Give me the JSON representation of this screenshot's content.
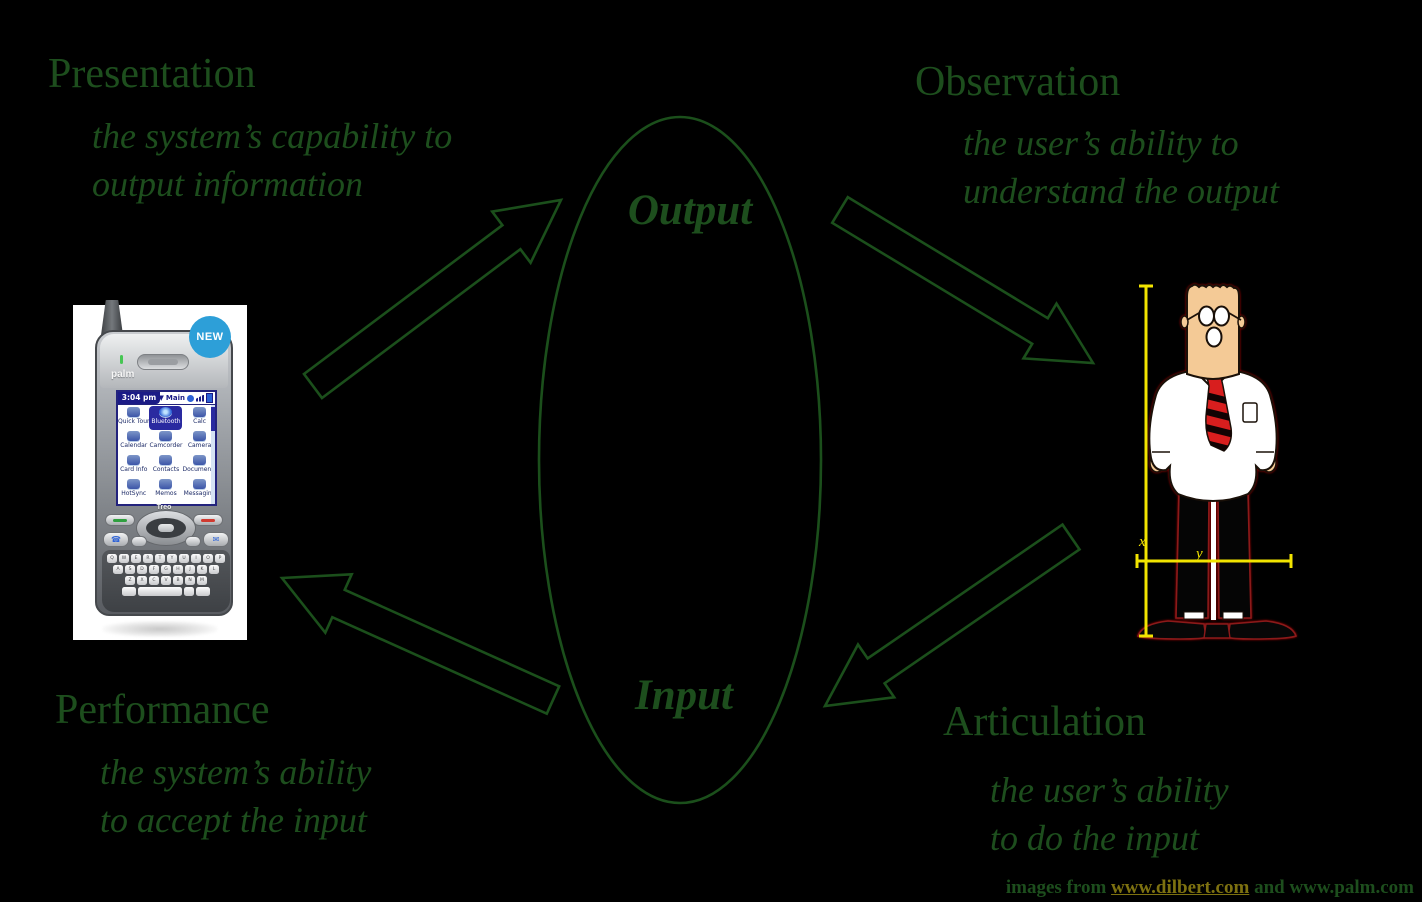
{
  "quadrants": {
    "presentation": {
      "title": "Presentation",
      "desc_line1": "the system’s capability to",
      "desc_line2": "output information"
    },
    "observation": {
      "title": "Observation",
      "desc_line1": "the user’s ability to",
      "desc_line2": "understand the output"
    },
    "performance": {
      "title": "Performance",
      "desc_line1": "the system’s ability",
      "desc_line2": "to accept the input"
    },
    "articulation": {
      "title": "Articulation",
      "desc_line1": "the user’s ability",
      "desc_line2": "to do the input"
    }
  },
  "ellipse_labels": {
    "output": "Output",
    "input": "Input"
  },
  "credit": {
    "prefix": "images from ",
    "link": "www.dilbert.com",
    "suffix": " and www.palm.com"
  },
  "phone": {
    "badge_label": "NEW",
    "brand": "palm",
    "model_label": "Treo",
    "screen": {
      "time": "3:04 pm",
      "menu_label": "Main",
      "selected_app": "Bluetooth",
      "apps": [
        "Quick Tour",
        "Bluetooth",
        "Calc",
        "Calendar",
        "Camcorder",
        "Camera",
        "Card Info",
        "Contacts",
        "Documents",
        "HotSync",
        "Memos",
        "Messaging"
      ]
    },
    "keyboard_rows": [
      "QWERTYUIOP",
      "ASDFGHJKL",
      "ZXCVBNM"
    ]
  },
  "dilbert_measure": {
    "x_label": "x",
    "y_label": "y"
  },
  "colors": {
    "background": "#000000",
    "diagram_green": "#1d4e1d",
    "link_olive": "#7d7110",
    "measure_yellow": "#f2e400",
    "badge_blue": "#2d9fd8",
    "screen_navy": "#1b1b86"
  }
}
